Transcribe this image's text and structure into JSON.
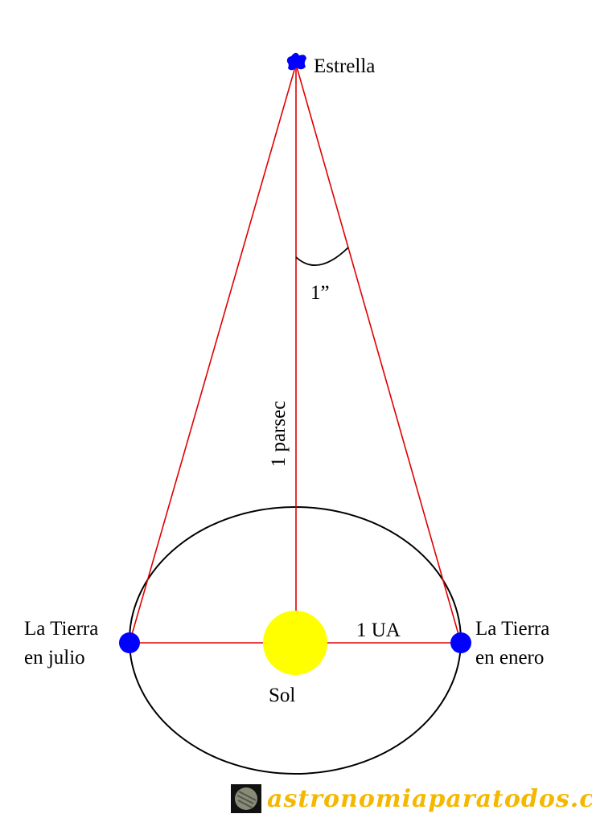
{
  "labels": {
    "star": "Estrella",
    "angle": "1”",
    "distance": "1 parsec",
    "au": "1 UA",
    "sun": "Sol",
    "earth_july_line1": "La Tierra",
    "earth_july_line2": "en julio",
    "earth_january_line1": "La Tierra",
    "earth_january_line2": "en enero"
  },
  "watermark": "astronomiaparatodos.com",
  "colors": {
    "lines": "#e00000",
    "earth": "#0000ff",
    "sun": "#ffff00",
    "star": "#0000ff",
    "orbit": "#000000",
    "watermark": "#f5b800"
  }
}
